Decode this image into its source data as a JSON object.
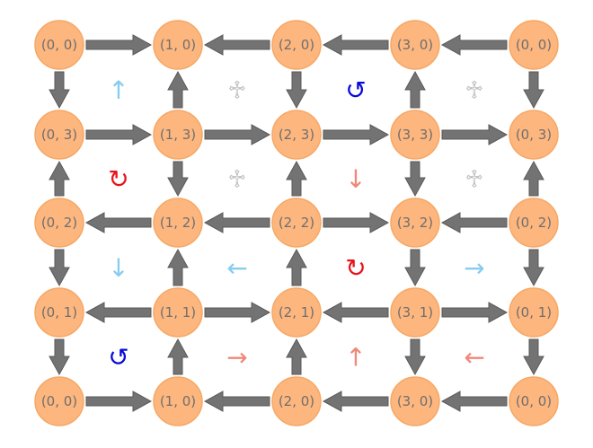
{
  "colors": {
    "node_fill": "#fdb67e",
    "node_stroke": "#f6a865",
    "arrow_fill": "#737373",
    "arrow_stroke": "#5a5a5a",
    "light_blue": "#87cdee",
    "dark_blue": "#0a0adc",
    "red": "#e8141c",
    "salmon": "#f08878",
    "gray": "#c2c2c2"
  },
  "nodes": [
    [
      "(0, 0)",
      "(1, 0)",
      "(2, 0)",
      "(3, 0)",
      "(0, 0)"
    ],
    [
      "(0, 3)",
      "(1, 3)",
      "(2, 3)",
      "(3, 3)",
      "(0, 3)"
    ],
    [
      "(0, 2)",
      "(1, 2)",
      "(2, 2)",
      "(3, 2)",
      "(0, 2)"
    ],
    [
      "(0, 1)",
      "(1, 1)",
      "(2, 1)",
      "(3, 1)",
      "(0, 1)"
    ],
    [
      "(0, 0)",
      "(1, 0)",
      "(2, 0)",
      "(3, 0)",
      "(0, 0)"
    ]
  ],
  "horizontal_edges": [
    [
      "right",
      "left",
      "left",
      "left"
    ],
    [
      "right",
      "right",
      "right",
      "right"
    ],
    [
      "left",
      "left",
      "right",
      "left"
    ],
    [
      "left",
      "right",
      "left",
      "right"
    ],
    [
      "right",
      "left",
      "left",
      "left"
    ]
  ],
  "vertical_edges": [
    [
      "down",
      "up",
      "down",
      "up",
      "down"
    ],
    [
      "up",
      "down",
      "up",
      "down",
      "up"
    ],
    [
      "down",
      "up",
      "up",
      "down",
      "down"
    ],
    [
      "down",
      "up",
      "up",
      "down",
      "down"
    ]
  ],
  "cells": [
    [
      {
        "symbol": "↑",
        "color": "light_blue"
      },
      {
        "symbol": "♱",
        "color": "gray"
      },
      {
        "symbol": "↺",
        "color": "dark_blue"
      },
      {
        "symbol": "♱",
        "color": "gray"
      }
    ],
    [
      {
        "symbol": "↻",
        "color": "red"
      },
      {
        "symbol": "♱",
        "color": "gray"
      },
      {
        "symbol": "↓",
        "color": "salmon"
      },
      {
        "symbol": "♱",
        "color": "gray"
      }
    ],
    [
      {
        "symbol": "↓",
        "color": "light_blue"
      },
      {
        "symbol": "←",
        "color": "light_blue"
      },
      {
        "symbol": "↻",
        "color": "red"
      },
      {
        "symbol": "→",
        "color": "light_blue"
      }
    ],
    [
      {
        "symbol": "↺",
        "color": "dark_blue"
      },
      {
        "symbol": "→",
        "color": "salmon"
      },
      {
        "symbol": "↑",
        "color": "salmon"
      },
      {
        "symbol": "←",
        "color": "salmon"
      }
    ]
  ]
}
